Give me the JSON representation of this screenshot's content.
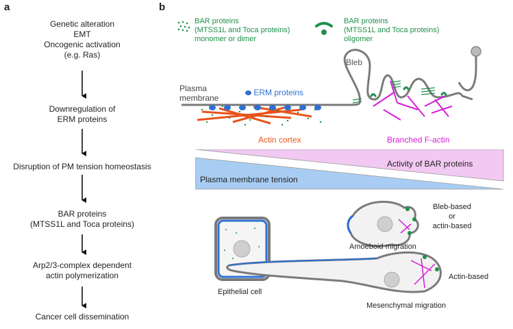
{
  "panel_a": {
    "letter": "a",
    "step1": [
      "Genetic alteration",
      "EMT",
      "Oncogenic activation",
      "(e.g. Ras)"
    ],
    "step2": [
      "Downregulation of",
      "ERM proteins"
    ],
    "step3": "Disruption of PM tension homeostasis",
    "step4": [
      "BAR proteins",
      "(MTSS1L and Toca proteins)"
    ],
    "step5": [
      "Arp2/3-complex dependent",
      "actin polymerization"
    ],
    "step6": "Cancer cell dissemination"
  },
  "panel_b": {
    "letter": "b",
    "legend_monomer": [
      "BAR proteins",
      "(MTSS1L and Toca proteins)",
      "monomer or dimer"
    ],
    "legend_oligomer": [
      "BAR proteins",
      "(MTSS1L and Toca proteins)",
      "oligomer"
    ],
    "bleb": "Bleb",
    "plasma_membrane": [
      "Plasma",
      "membrane"
    ],
    "erm": "ERM proteins",
    "actin_cortex": "Actin cortex",
    "branched_factin": "Branched F-actin",
    "activity_bar": "Activity of BAR proteins",
    "pm_tension": "Plasma membrane tension",
    "bleb_based": [
      "Bleb-based",
      "or",
      "actin-based"
    ],
    "amoeboid": "Amoeboid migration",
    "epithelial": "Epithelial cell",
    "actin_based": "Actin-based",
    "mesenchymal": "Mesenchymal migration"
  },
  "colors": {
    "green": "#1f8f4a",
    "blue": "#2f6fd1",
    "orange": "#e8531b",
    "magenta": "#d41ed6",
    "membrane_gray": "#7a7a7a",
    "pink_wedge": "#f2c9f3",
    "blue_wedge": "#a9cdf2"
  }
}
